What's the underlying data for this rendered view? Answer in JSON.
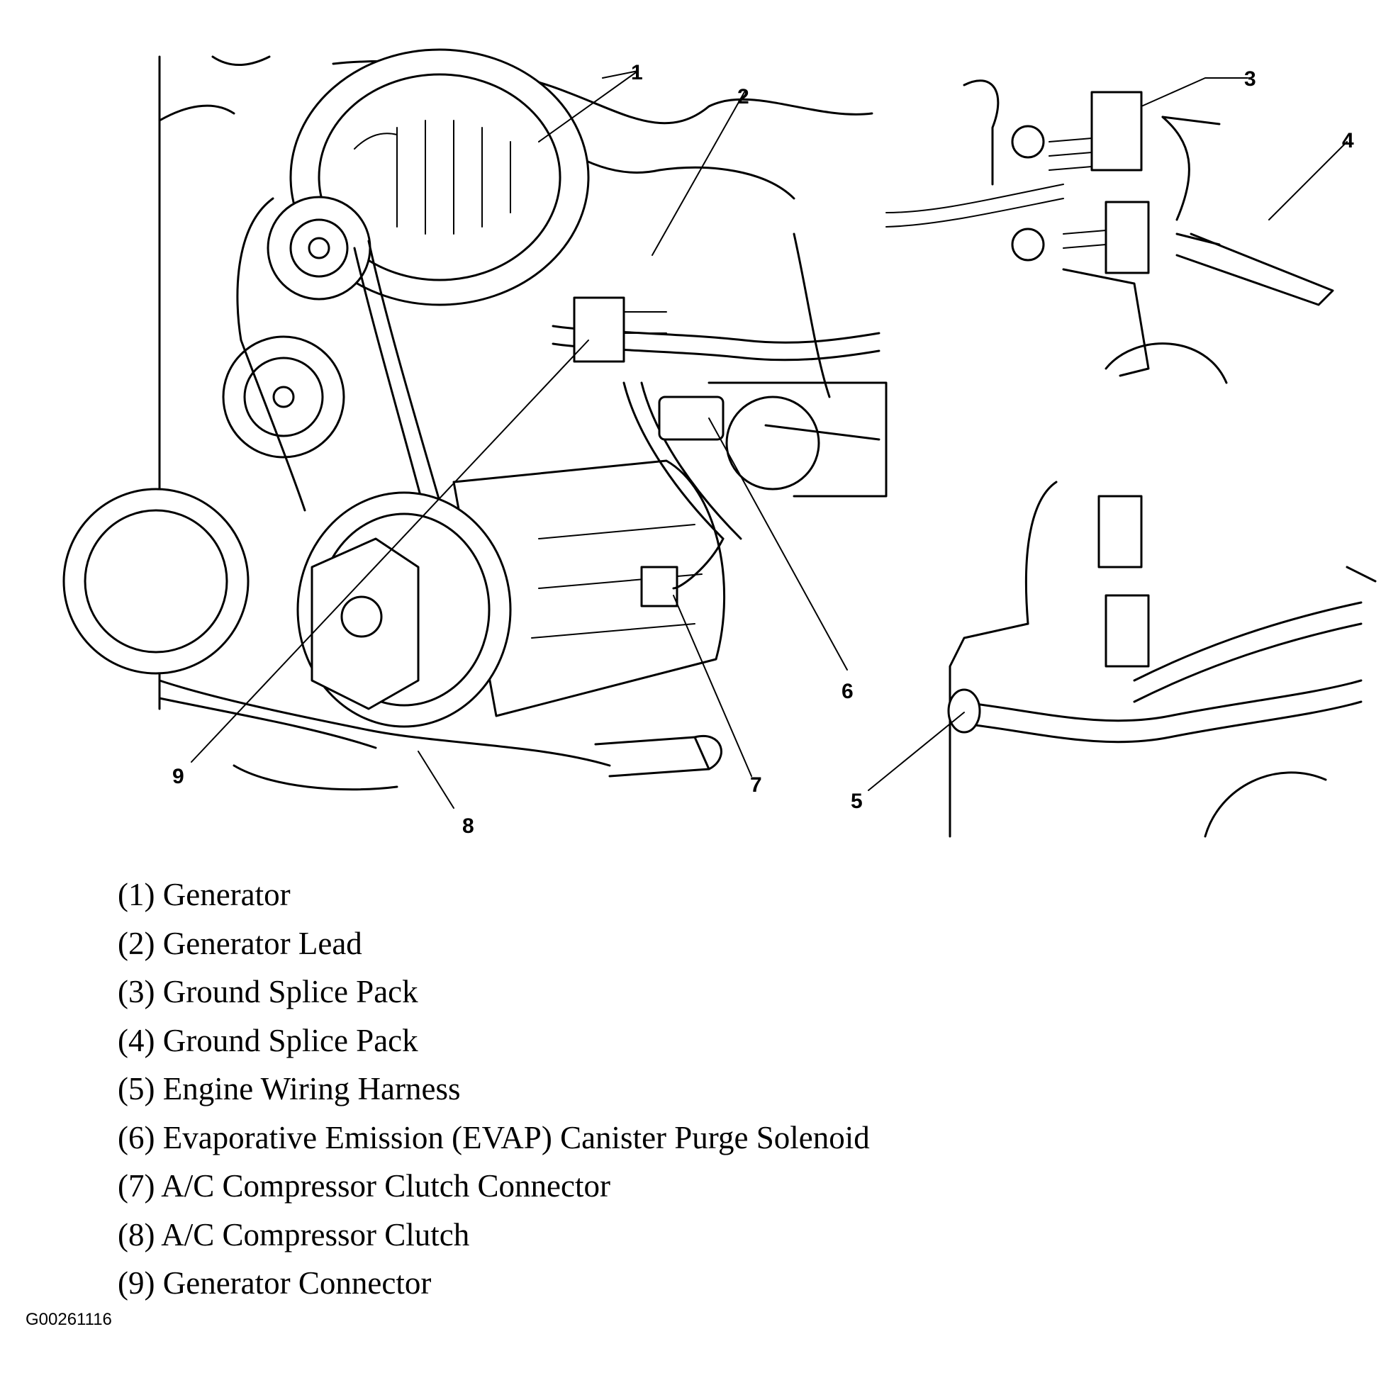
{
  "diagram": {
    "callouts": [
      "1",
      "2",
      "3",
      "4",
      "5",
      "6",
      "7",
      "8",
      "9"
    ]
  },
  "legend": [
    "(1) Generator",
    "(2) Generator Lead",
    "(3) Ground Splice Pack",
    "(4) Ground Splice Pack",
    "(5) Engine Wiring Harness",
    "(6) Evaporative Emission (EVAP) Canister Purge Solenoid",
    "(7) A/C Compressor Clutch Connector",
    "(8) A/C Compressor Clutch",
    "(9) Generator Connector"
  ],
  "figure_id": "G00261116"
}
